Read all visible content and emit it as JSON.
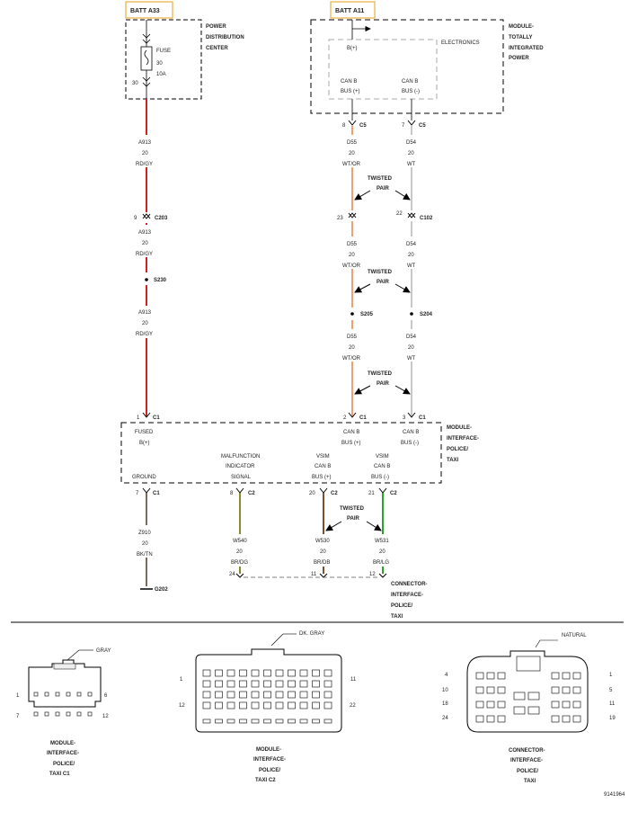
{
  "batt_a33": "BATT A33",
  "batt_a11": "BATT A11",
  "pdc": [
    "POWER",
    "DISTRIBUTION",
    "CENTER"
  ],
  "fuse": {
    "label": "FUSE",
    "amps_num": "30",
    "amps": "10A",
    "pin": "30"
  },
  "tipm": {
    "name": [
      "MODULE-",
      "TOTALLY",
      "INTEGRATED",
      "POWER"
    ],
    "electronics": "ELECTRONICS",
    "bplus": "B(+)",
    "can_pos": [
      "CAN B",
      "BUS (+)"
    ],
    "can_neg": [
      "CAN B",
      "BUS (-)"
    ],
    "pin_pos": "8",
    "pin_neg": "7",
    "connector": "C5"
  },
  "wire_a913": [
    "A913",
    "20",
    "RD/GY"
  ],
  "wire_d55": [
    "D55",
    "20",
    "WT/OR"
  ],
  "wire_d54": [
    "D54",
    "20",
    "WT"
  ],
  "twisted_pair": [
    "TWISTED",
    "PAIR"
  ],
  "c203": {
    "pin": "9",
    "name": "C203"
  },
  "s230": "S230",
  "c102": {
    "pin_pos": "23",
    "pin_neg": "22",
    "name": "C102"
  },
  "s205": "S205",
  "s204": "S204",
  "mip": {
    "name": [
      "MODULE-",
      "INTERFACE-",
      "POLICE/",
      "TAXI"
    ],
    "c1": "C1",
    "c2": "C2",
    "pin_fused": "1",
    "pin_can_pos": "2",
    "pin_can_neg": "3",
    "fused": [
      "FUSED",
      "B(+)"
    ],
    "can_pos": [
      "CAN B",
      "BUS (+)"
    ],
    "can_neg": [
      "CAN B",
      "BUS (-)"
    ],
    "ground": "GROUND",
    "malfunction": [
      "MALFUNCTION",
      "INDICATOR",
      "SIGNAL"
    ],
    "vsim_pos": [
      "VSIM",
      "CAN B",
      "BUS (+)"
    ],
    "vsim_neg": [
      "VSIM",
      "CAN B",
      "BUS (-)"
    ],
    "pin_ground": "7",
    "pin_malf": "8",
    "pin_vsim_pos": "20",
    "pin_vsim_neg": "21"
  },
  "wire_z910": [
    "Z910",
    "20",
    "BK/TN"
  ],
  "wire_w540": [
    "W540",
    "20",
    "BR/DG"
  ],
  "wire_w530": [
    "W530",
    "20",
    "BR/DB"
  ],
  "wire_w531": [
    "W531",
    "20",
    "BR/LG"
  ],
  "g202": "G202",
  "cip": {
    "pins": [
      "24",
      "11",
      "12"
    ],
    "name": [
      "CONNECTOR-",
      "INTERFACE-",
      "POLICE/",
      "TAXI"
    ]
  },
  "conn1": {
    "color": "GRAY",
    "pins_left": [
      "1",
      "7"
    ],
    "pins_right": [
      "6",
      "12"
    ],
    "caption": [
      "MODULE-",
      "INTERFACE-",
      "POLICE/",
      "TAXI C1"
    ]
  },
  "conn2": {
    "color": "DK. GRAY",
    "pins_left": [
      "1",
      "12"
    ],
    "pins_right": [
      "11",
      "22"
    ],
    "caption": [
      "MODULE-",
      "INTERFACE-",
      "POLICE/",
      "TAXI C2"
    ]
  },
  "conn3": {
    "color": "NATURAL",
    "pins_left": [
      "4",
      "10",
      "18",
      "24"
    ],
    "pins_right": [
      "1",
      "5",
      "11",
      "19"
    ],
    "caption": [
      "CONNECTOR-",
      "INTERFACE-",
      "POLICE/",
      "TAXI"
    ]
  },
  "figure_id": "9141964",
  "colors": {
    "red": "#d42020",
    "orange": "#f0a070",
    "light_gray": "#c8c8c8",
    "brown": "#7a5030",
    "green": "#2aa52a",
    "olive": "#8a8a2a",
    "batt_border": "#e8b040"
  }
}
